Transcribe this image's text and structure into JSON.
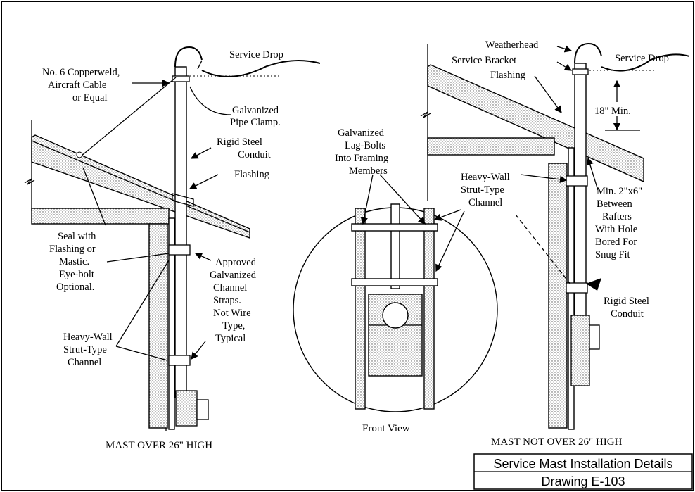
{
  "left": {
    "service_drop": "Service Drop",
    "copperweld": [
      "No. 6 Copperweld,",
      "Aircraft Cable",
      "or Equal"
    ],
    "pipe_clamp": [
      "Galvanized",
      "Pipe Clamp."
    ],
    "rigid_conduit": [
      "Rigid Steel",
      "Conduit"
    ],
    "flashing": "Flashing",
    "seal": [
      "Seal with",
      "Flashing or",
      "Mastic.",
      "Eye-bolt",
      "Optional."
    ],
    "straps": [
      "Approved",
      "Galvanized",
      "Channel",
      "Straps.",
      "Not Wire",
      "Type,",
      "Typical"
    ],
    "strut": [
      "Heavy-Wall",
      "Strut-Type",
      "Channel"
    ],
    "caption": "MAST OVER 26\" HIGH"
  },
  "center": {
    "lag_bolts": [
      "Galvanized",
      "Lag-Bolts",
      "Into Framing",
      "Members"
    ],
    "strut": [
      "Heavy-Wall",
      "Strut-Type",
      "Channel"
    ],
    "caption": "Front View"
  },
  "right": {
    "weatherhead": "Weatherhead",
    "service_bracket": "Service Bracket",
    "flashing": "Flashing",
    "service_drop": "Service Drop",
    "min18": "18\" Min.",
    "min2x6": [
      "Min. 2\"x6\"",
      "Between",
      "Rafters",
      "With Hole",
      "Bored For",
      "Snug Fit"
    ],
    "rigid_conduit": [
      "Rigid Steel",
      "Conduit"
    ],
    "caption": "MAST NOT OVER 26\" HIGH"
  },
  "title_block": {
    "title": "Service Mast Installation Details",
    "drawing": "Drawing E-103"
  }
}
